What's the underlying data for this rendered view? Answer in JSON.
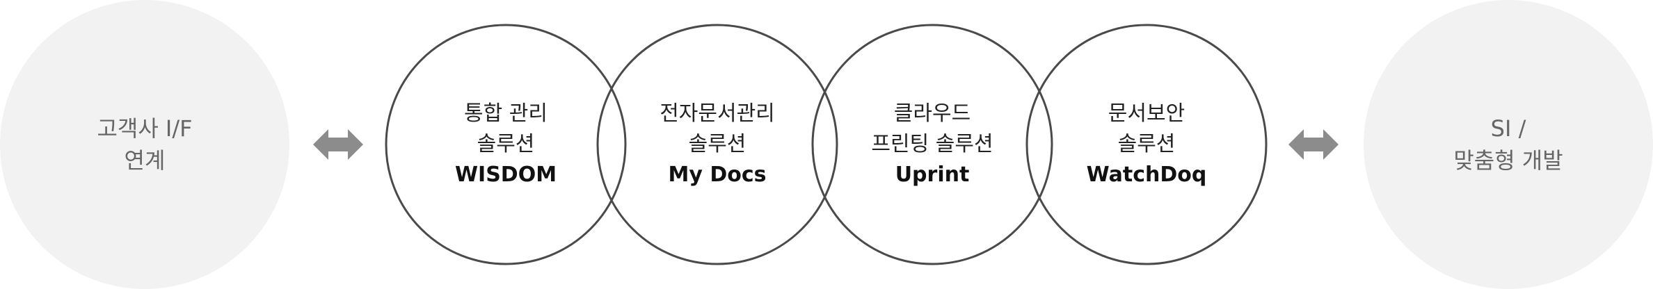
{
  "left_node": {
    "line1": "고객사 I/F",
    "line2": "연계"
  },
  "right_node": {
    "line1": "SI /",
    "line2": "맞춤형 개발"
  },
  "solutions": [
    {
      "line1": "통합 관리",
      "line2": "솔루션",
      "product": "WISDOM"
    },
    {
      "line1": "전자문서관리",
      "line2": "솔루션",
      "product": "My Docs"
    },
    {
      "line1": "클라우드",
      "line2": "프린팅 솔루션",
      "product": "Uprint"
    },
    {
      "line1": "문서보안",
      "line2": "솔루션",
      "product": "WatchDoq"
    }
  ],
  "colors": {
    "ring_stroke": "#4a4a4a",
    "outer_fill": "#f2f2f2",
    "arrow": "#8c8c8c",
    "muted_text": "#666666"
  },
  "icons": {
    "left_arrow": "double-arrow-icon",
    "right_arrow": "double-arrow-icon"
  }
}
